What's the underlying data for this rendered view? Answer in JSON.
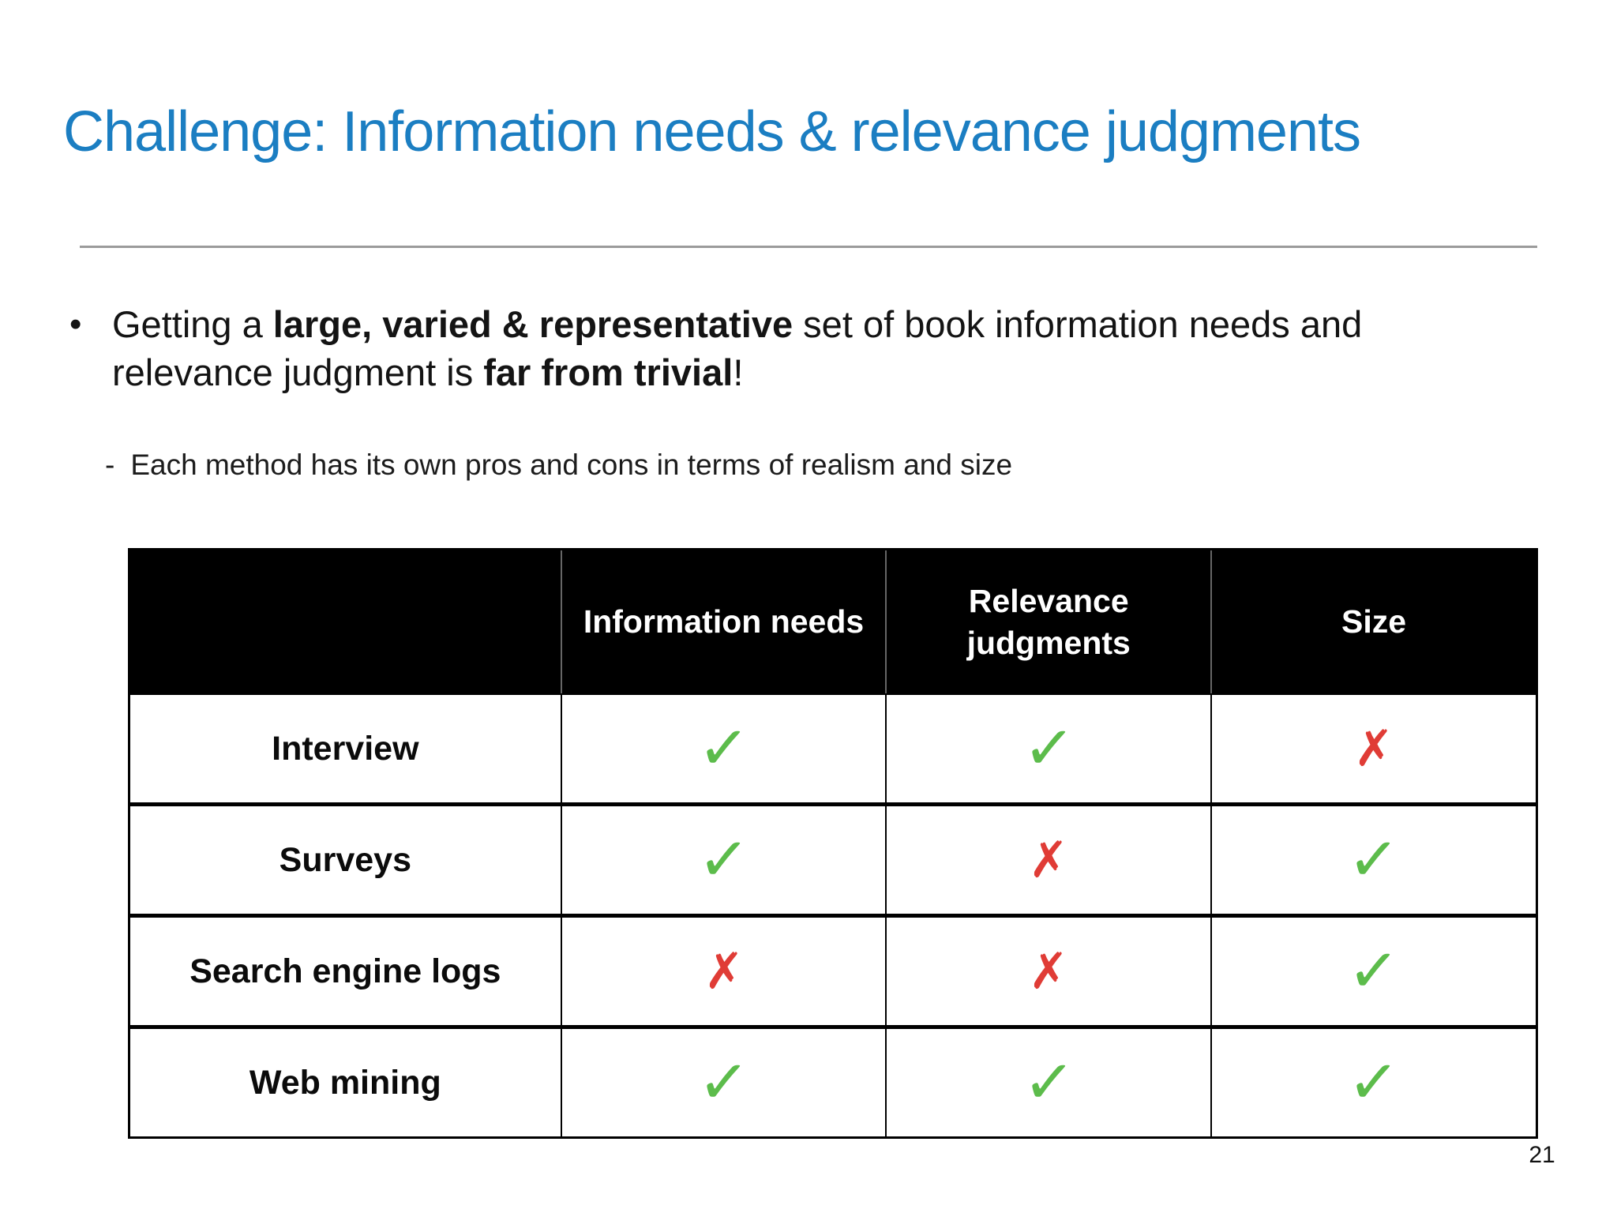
{
  "slide": {
    "title": "Challenge: Information needs & relevance judgments",
    "page_number": "21",
    "colors": {
      "title": "#1B7EC2",
      "check": "#5CBC4B",
      "cross": "#E03C36",
      "header_bg": "#000000",
      "header_text": "#FFFFFF"
    }
  },
  "bullets": {
    "main": {
      "marker": "•",
      "text_before": "Getting a ",
      "bold_1": "large, varied & representative",
      "text_middle": " set of book information needs and relevance judgment is ",
      "bold_2": "far from trivial",
      "text_after": "!"
    },
    "sub": {
      "marker": "-",
      "text": "Each method has its own pros and cons in terms of realism and size"
    }
  },
  "table": {
    "headers": {
      "col0": "",
      "col1": "Information needs",
      "col2": "Relevance judgments",
      "col3": "Size"
    },
    "icons": {
      "check": "✓",
      "cross": "✗"
    },
    "rows": [
      {
        "label": "Interview",
        "cells": [
          "✓",
          "✓",
          "✗"
        ]
      },
      {
        "label": "Surveys",
        "cells": [
          "✓",
          "✗",
          "✓"
        ]
      },
      {
        "label": "Search engine logs",
        "cells": [
          "✗",
          "✗",
          "✓"
        ]
      },
      {
        "label": "Web mining",
        "cells": [
          "✓",
          "✓",
          "✓"
        ]
      }
    ]
  }
}
